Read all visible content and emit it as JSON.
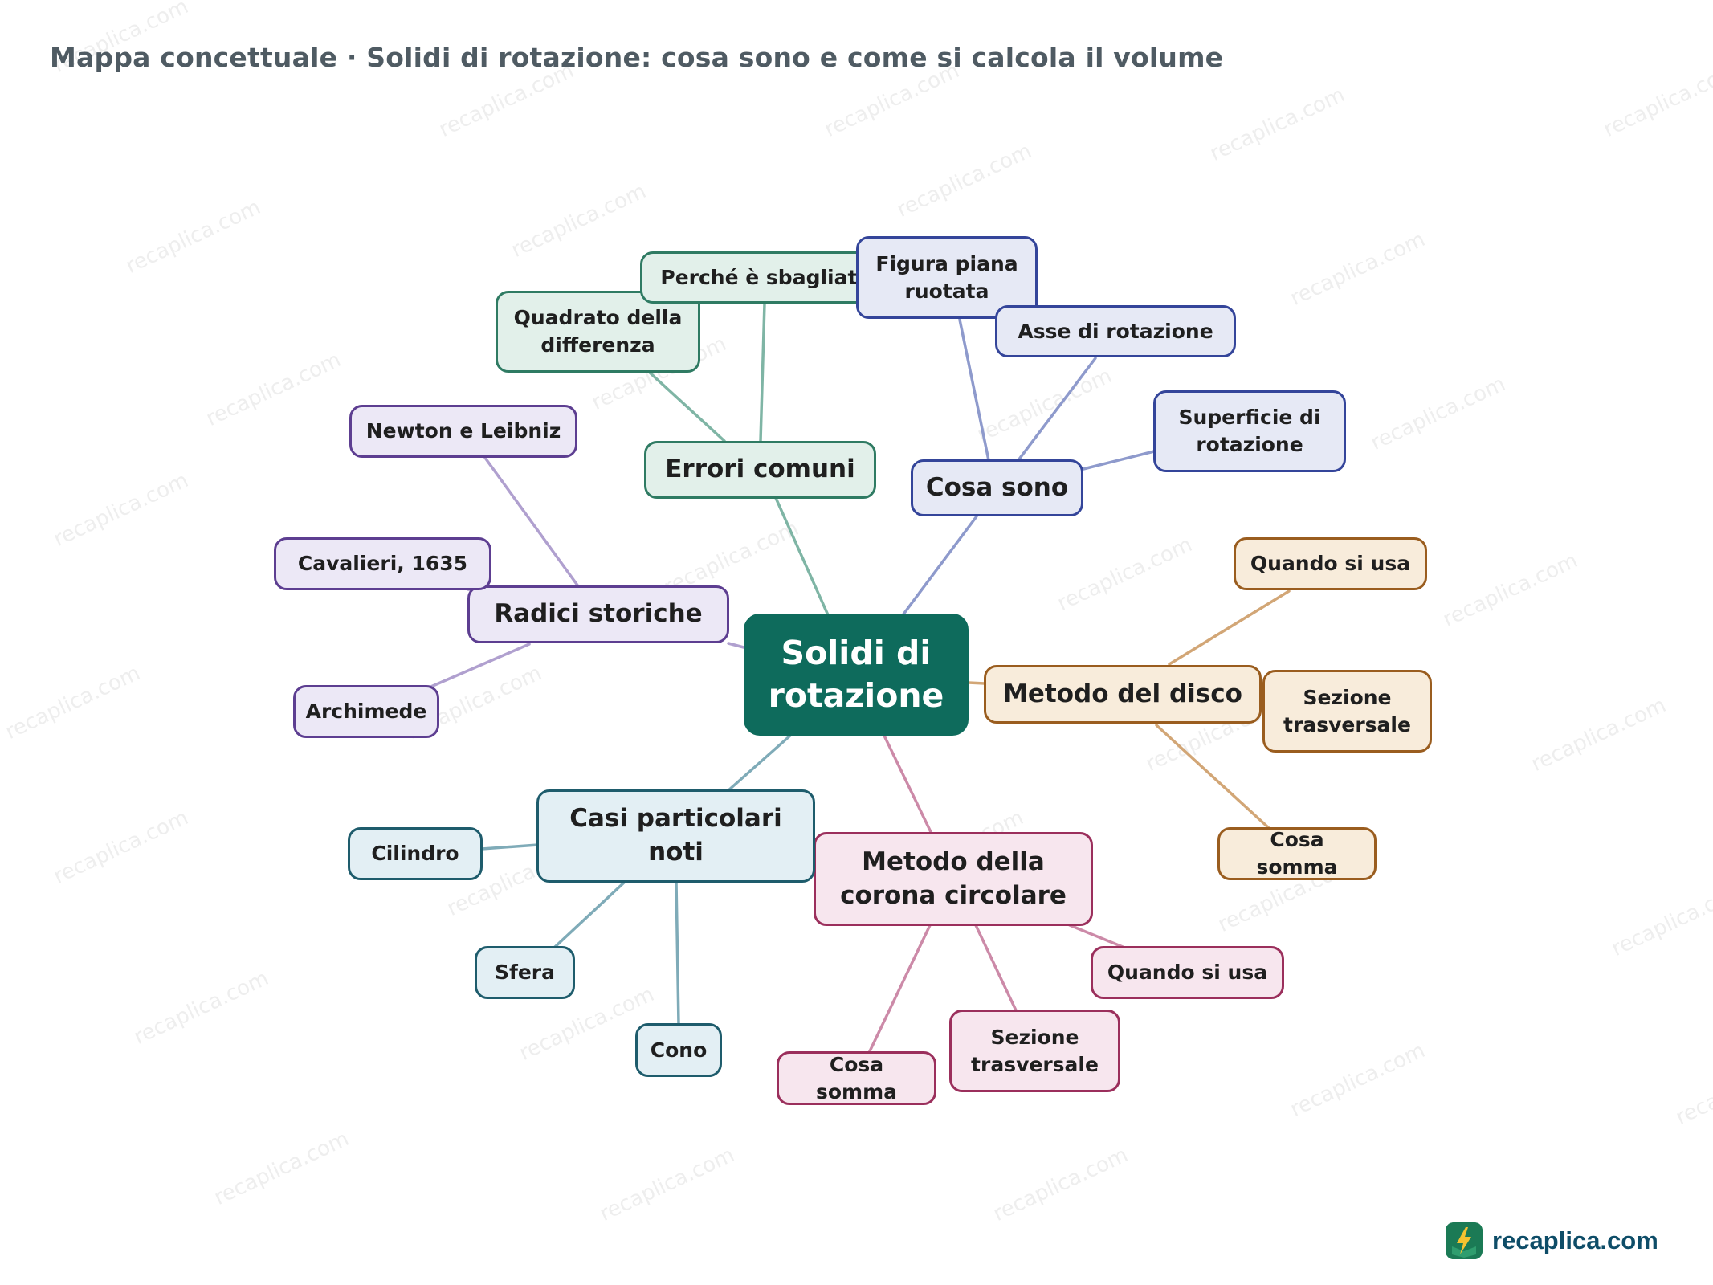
{
  "title": "Mappa concettuale · Solidi di rotazione: cosa sono e come si calcola il volume",
  "root": {
    "label": "Solidi di rotazione"
  },
  "branches": {
    "errori": {
      "label": "Errori comuni",
      "leaves": [
        "Quadrato della differenza",
        "Perché è sbagliato"
      ]
    },
    "cosa_sono": {
      "label": "Cosa sono",
      "leaves": [
        "Figura piana ruotata",
        "Asse di rotazione",
        "Superficie di rotazione"
      ]
    },
    "radici": {
      "label": "Radici storiche",
      "leaves": [
        "Newton e Leibniz",
        "Cavalieri, 1635",
        "Archimede"
      ]
    },
    "disco": {
      "label": "Metodo del disco",
      "leaves": [
        "Quando si usa",
        "Sezione trasversale",
        "Cosa somma"
      ]
    },
    "corona": {
      "label": "Metodo della corona circolare",
      "leaves": [
        "Quando si usa",
        "Sezione trasversale",
        "Cosa somma"
      ]
    },
    "casi": {
      "label": "Casi particolari noti",
      "leaves": [
        "Cilindro",
        "Sfera",
        "Cono"
      ]
    }
  },
  "colors": {
    "root": "#0e6b5c",
    "errori": "#2f7b63",
    "cosa_sono": "#34459a",
    "radici": "#5d3e91",
    "disco": "#9a5d1f",
    "corona": "#9b2f5c",
    "casi": "#1e5c6c"
  },
  "brand": {
    "name": "recaplica.com",
    "icon": "lightning-book-icon"
  },
  "watermark": "recaplica.com"
}
